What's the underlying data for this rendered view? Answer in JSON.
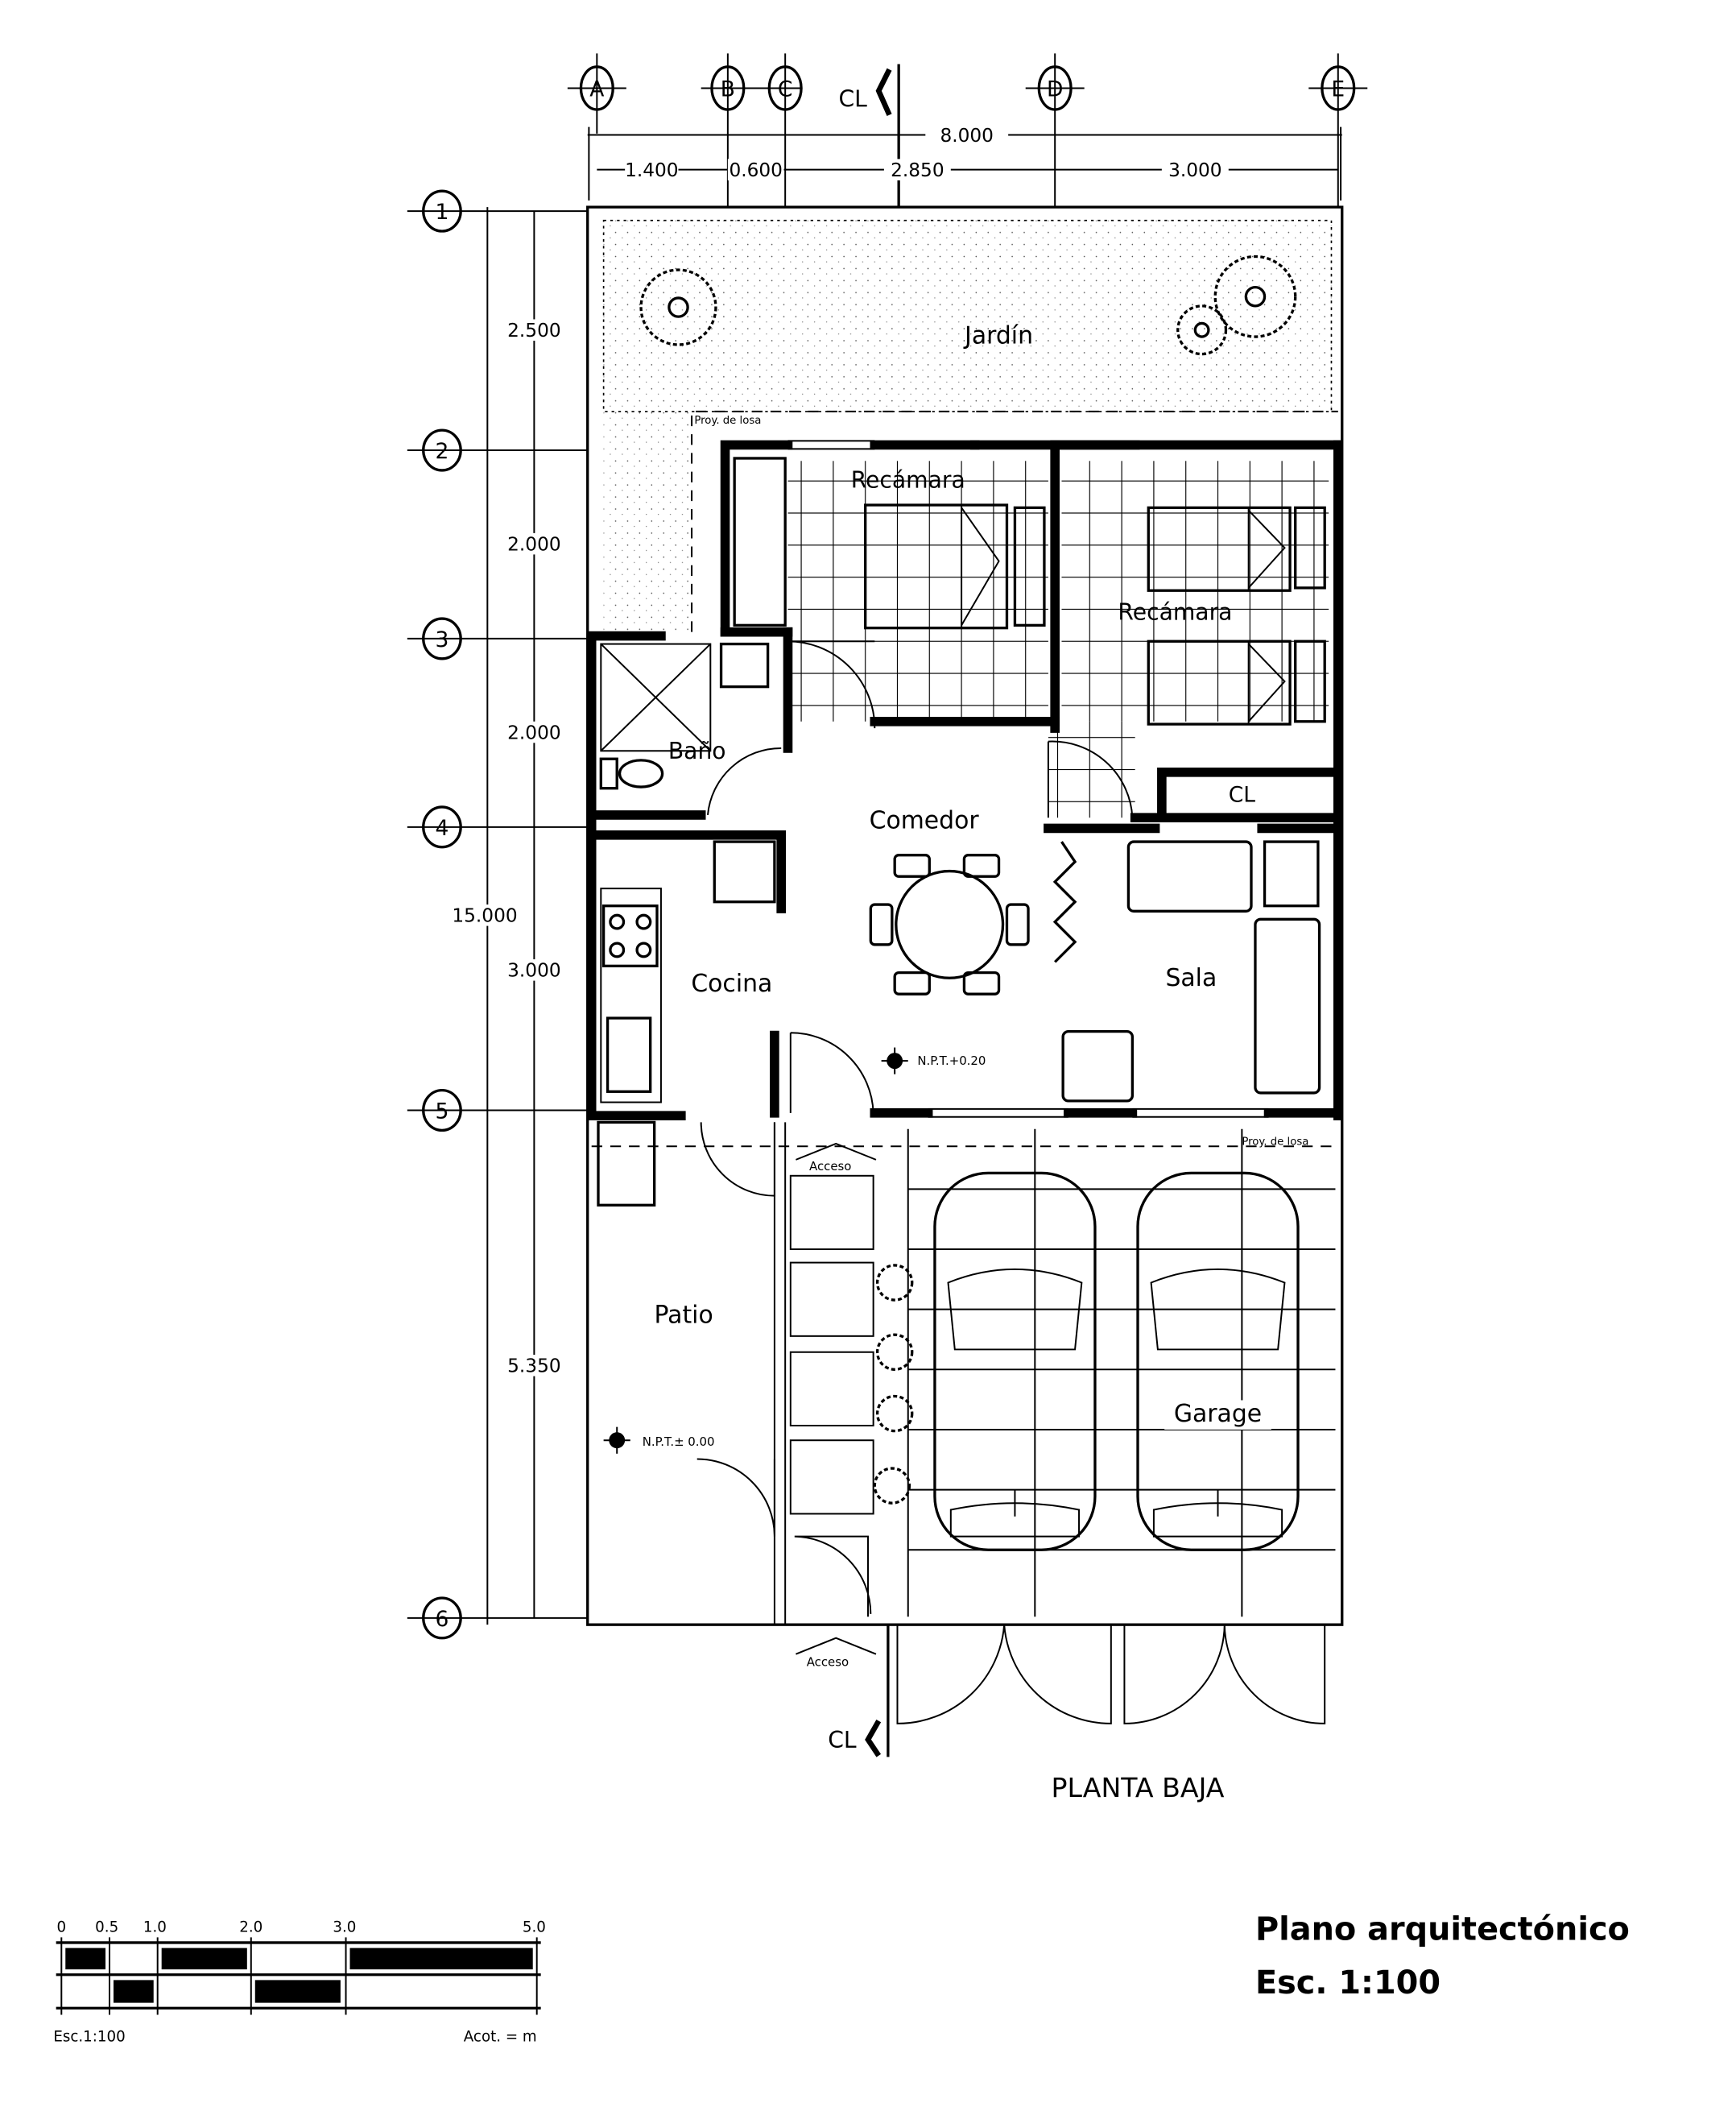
{
  "grid_axes": {
    "columns": [
      "A",
      "B",
      "C",
      "D",
      "E"
    ],
    "rows": [
      "1",
      "2",
      "3",
      "4",
      "5",
      "6"
    ]
  },
  "dimensions": {
    "overall_width": "8.000",
    "partial_widths": [
      "1.400",
      "0.600",
      "2.850",
      "3.000"
    ],
    "overall_depth": "15.000",
    "partial_depths": [
      "2.500",
      "2.000",
      "2.000",
      "3.000",
      "5.350"
    ]
  },
  "section_marks": {
    "top": "CL",
    "bottom": "CL"
  },
  "rooms": {
    "jardin": "Jardín",
    "recamara1": "Recámara",
    "recamara2": "Recámara",
    "bano": "Baño",
    "comedor": "Comedor",
    "cocina": "Cocina",
    "sala": "Sala",
    "closet": "CL",
    "patio": "Patio",
    "garage": "Garage"
  },
  "annotations": {
    "proy_losa_top": "Proy. de losa",
    "proy_losa_bottom": "Proy. de losa",
    "npt_interior": "N.P.T.+0.20",
    "npt_exterior": "N.P.T.± 0.00",
    "acceso_1": "Acceso",
    "acceso_2": "Acceso"
  },
  "drawing_title": "PLANTA BAJA",
  "scale_bar": {
    "ticks": [
      "0",
      "0.5",
      "1.0",
      "2.0",
      "3.0",
      "5.0"
    ],
    "scale_label": "Esc.1:100",
    "units_label": "Acot. = m"
  },
  "title_block": {
    "title": "Plano arquitectónico",
    "scale": "Esc. 1:100"
  }
}
